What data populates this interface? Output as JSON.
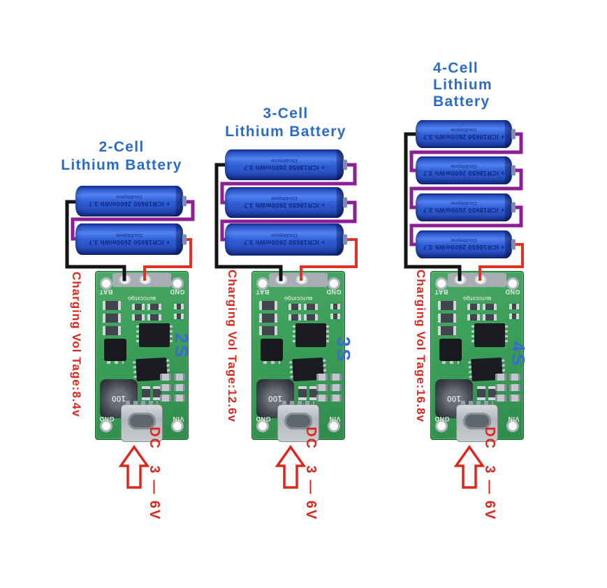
{
  "colors": {
    "title_blue": "#2b6bc8",
    "label_red": "#d9281e",
    "cell_blue": "#3a6ad4",
    "wire_black": "#141414",
    "wire_purple": "#8e1d96",
    "wire_red": "#e03326",
    "battery_blue": "#2f5fd6",
    "pcb_green": "#3a9e58",
    "pad_gray": "#a9aeb5",
    "usb_silver": "#b4b8be"
  },
  "battery_print": {
    "line1": "+ ICR18650 2600mWh 3.7",
    "line2": "Doublepow"
  },
  "module_silkscreen": {
    "bat_pad": "BAT",
    "gnd_pad": "GND",
    "gnd_bottom": "GND",
    "vin": "VIN",
    "chip_marking": "BU7CC3TQG",
    "inductor_marking": "100"
  },
  "groups": [
    {
      "name": "2S",
      "title_lines": [
        "2-Cell",
        "Lithium Battery"
      ],
      "cell_count": 2,
      "board_label": "2S",
      "charging_voltage_label": "Charging Vol Tage:8.4v",
      "dc_input_label": "DC   3 — 6V"
    },
    {
      "name": "3S",
      "title_lines": [
        "3-Cell",
        "Lithium Battery"
      ],
      "cell_count": 3,
      "board_label": "3S",
      "charging_voltage_label": "Charging Vol Tage:12.6v",
      "dc_input_label": "DC   3 — 6V"
    },
    {
      "name": "4S",
      "title_lines": [
        "4-Cell",
        "Lithium",
        "Battery"
      ],
      "cell_count": 4,
      "board_label": "4S",
      "charging_voltage_label": "Charging Vol Tage:16.8v",
      "dc_input_label": "DC   3 — 6V"
    }
  ]
}
